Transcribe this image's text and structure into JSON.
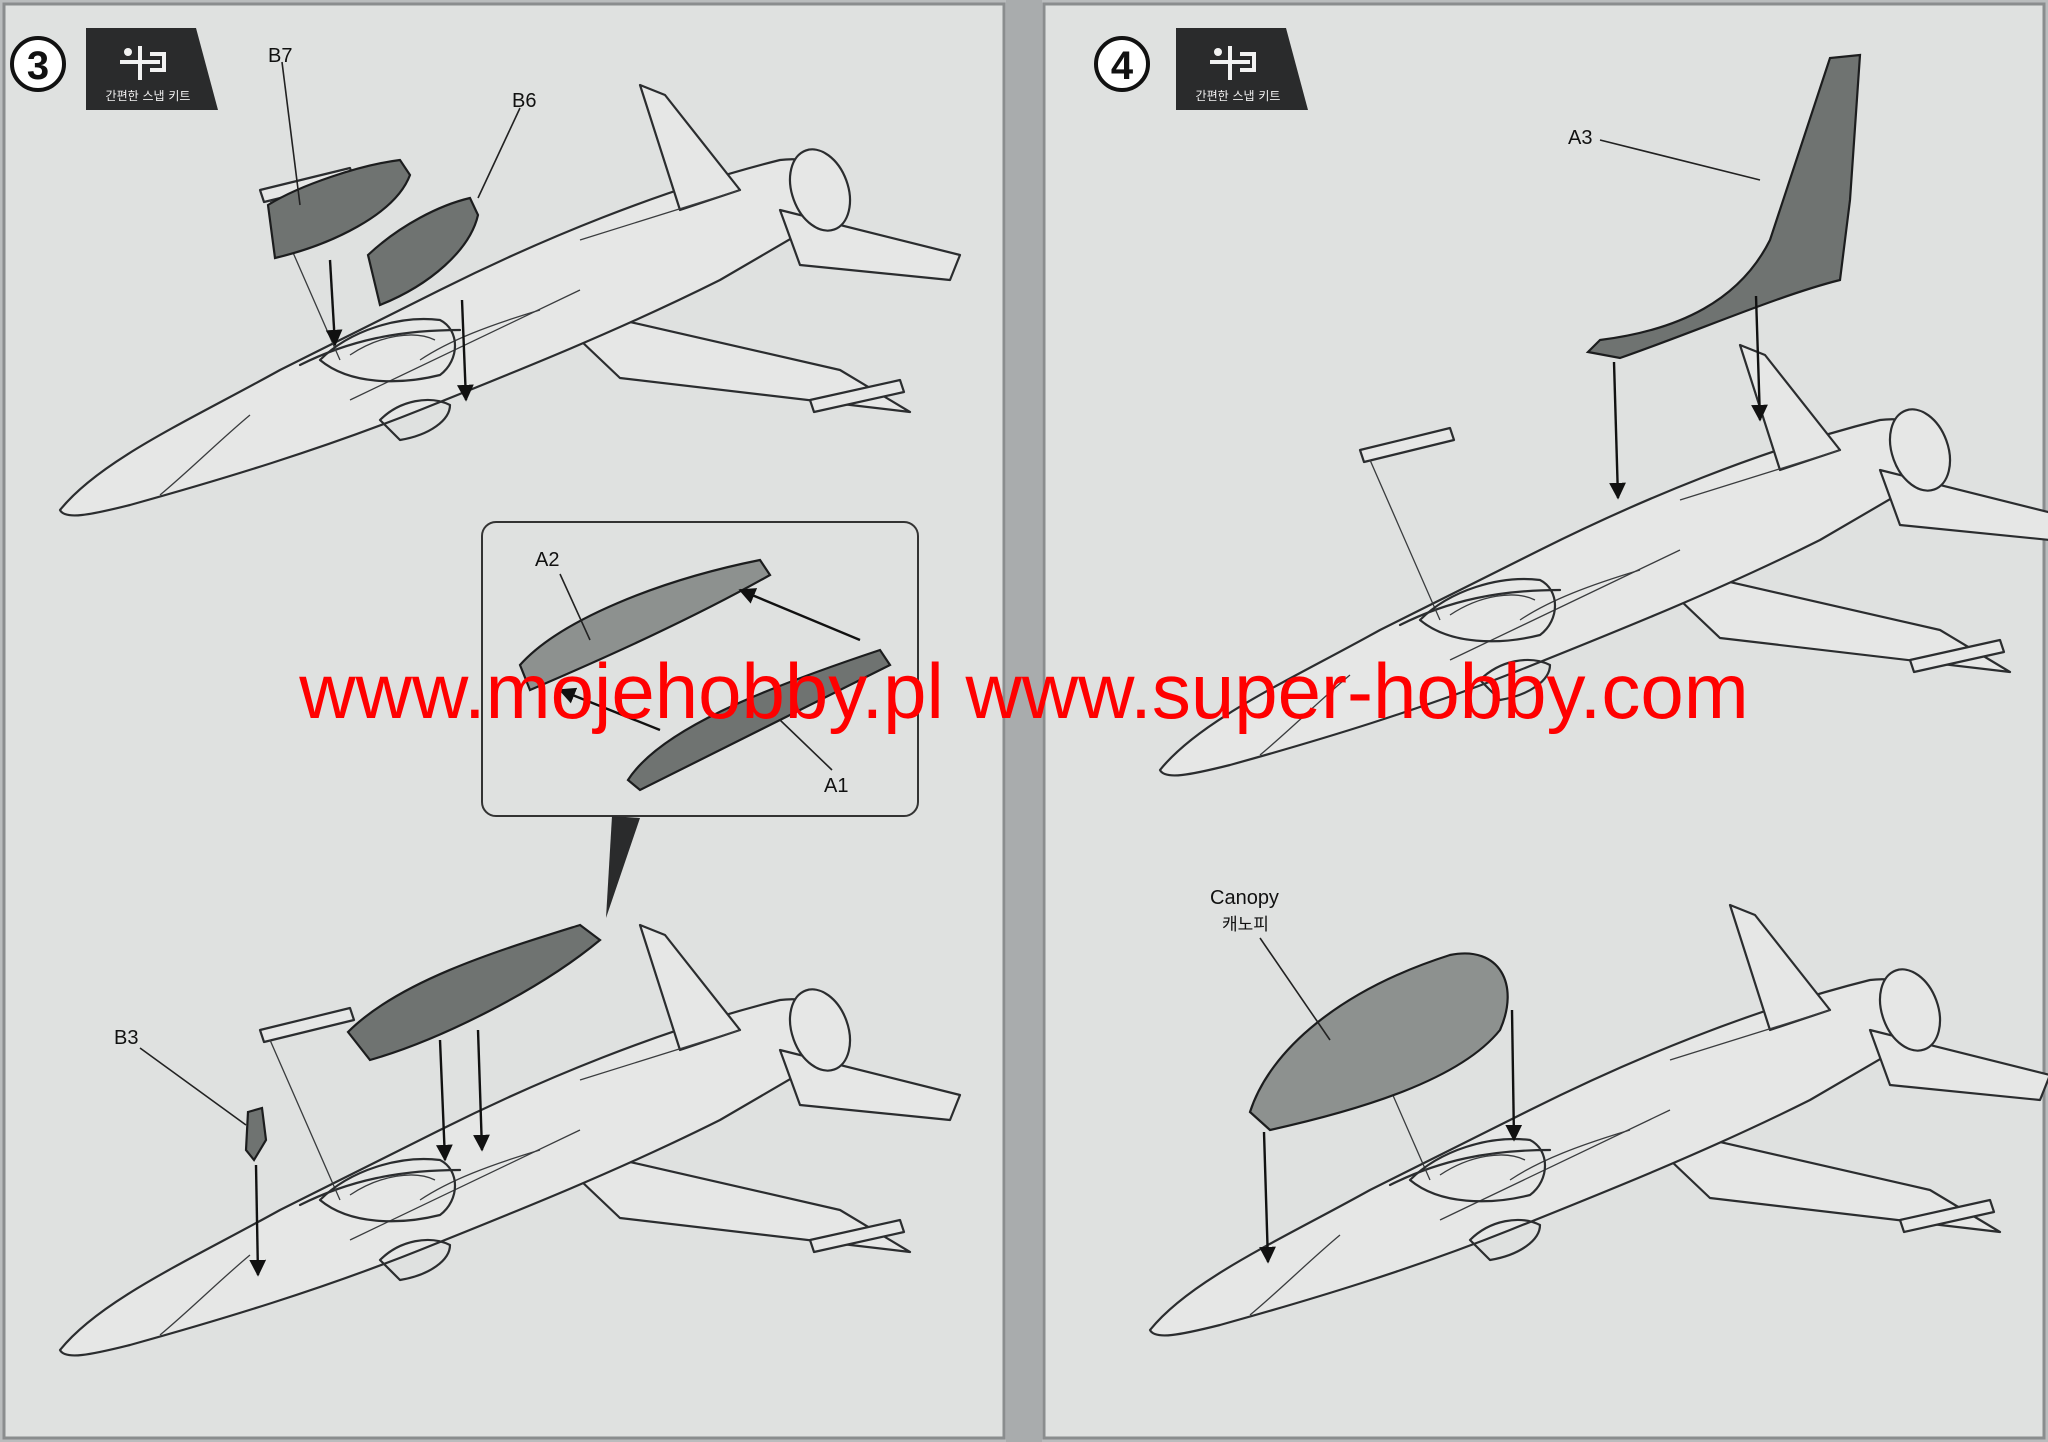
{
  "steps": [
    {
      "number": "3",
      "badge_text": "간편한 스냅 키트"
    },
    {
      "number": "4",
      "badge_text": "간편한 스냅 키트"
    }
  ],
  "parts": {
    "b7": "B7",
    "b6": "B6",
    "a2": "A2",
    "a1": "A1",
    "b3": "B3",
    "a3": "A3",
    "canopy": "Canopy",
    "canopy_ko": "캐노피"
  },
  "watermark": "www.mojehobby.pl www.super-hobby.com",
  "colors": {
    "paper": "#dfe1e0",
    "part_gray": "#6f7371",
    "watermark": "#ff0000"
  }
}
